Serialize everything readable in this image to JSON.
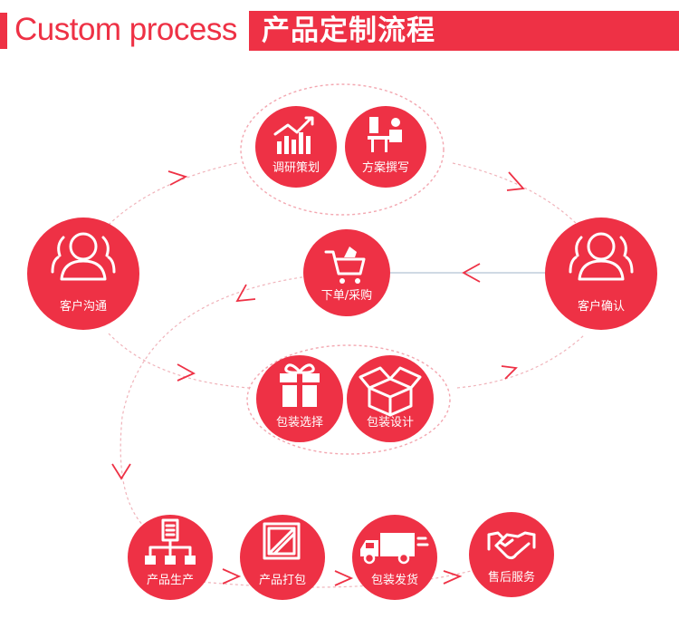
{
  "header": {
    "title_en": "Custom process",
    "title_cn": "产品定制流程",
    "accent_color": "#ee3145"
  },
  "nodes": {
    "research": {
      "label": "调研策划",
      "icon": "bar-chart-icon"
    },
    "proposal": {
      "label": "方案撰写",
      "icon": "person-at-desk-icon"
    },
    "customer_communication": {
      "label": "客户沟通",
      "icon": "people-icon"
    },
    "order_purchase": {
      "label": "下单/采购",
      "icon": "shopping-cart-icon"
    },
    "customer_confirmation": {
      "label": "客户确认",
      "icon": "people-icon"
    },
    "packaging_selection": {
      "label": "包装选择",
      "icon": "gift-box-icon"
    },
    "packaging_design": {
      "label": "包装设计",
      "icon": "open-box-icon"
    },
    "production": {
      "label": "产品生产",
      "icon": "factory-hierarchy-icon"
    },
    "packing": {
      "label": "产品打包",
      "icon": "crate-icon"
    },
    "shipping": {
      "label": "包装发货",
      "icon": "delivery-truck-icon"
    },
    "after_sales": {
      "label": "售后服务",
      "icon": "handshake-icon"
    }
  }
}
